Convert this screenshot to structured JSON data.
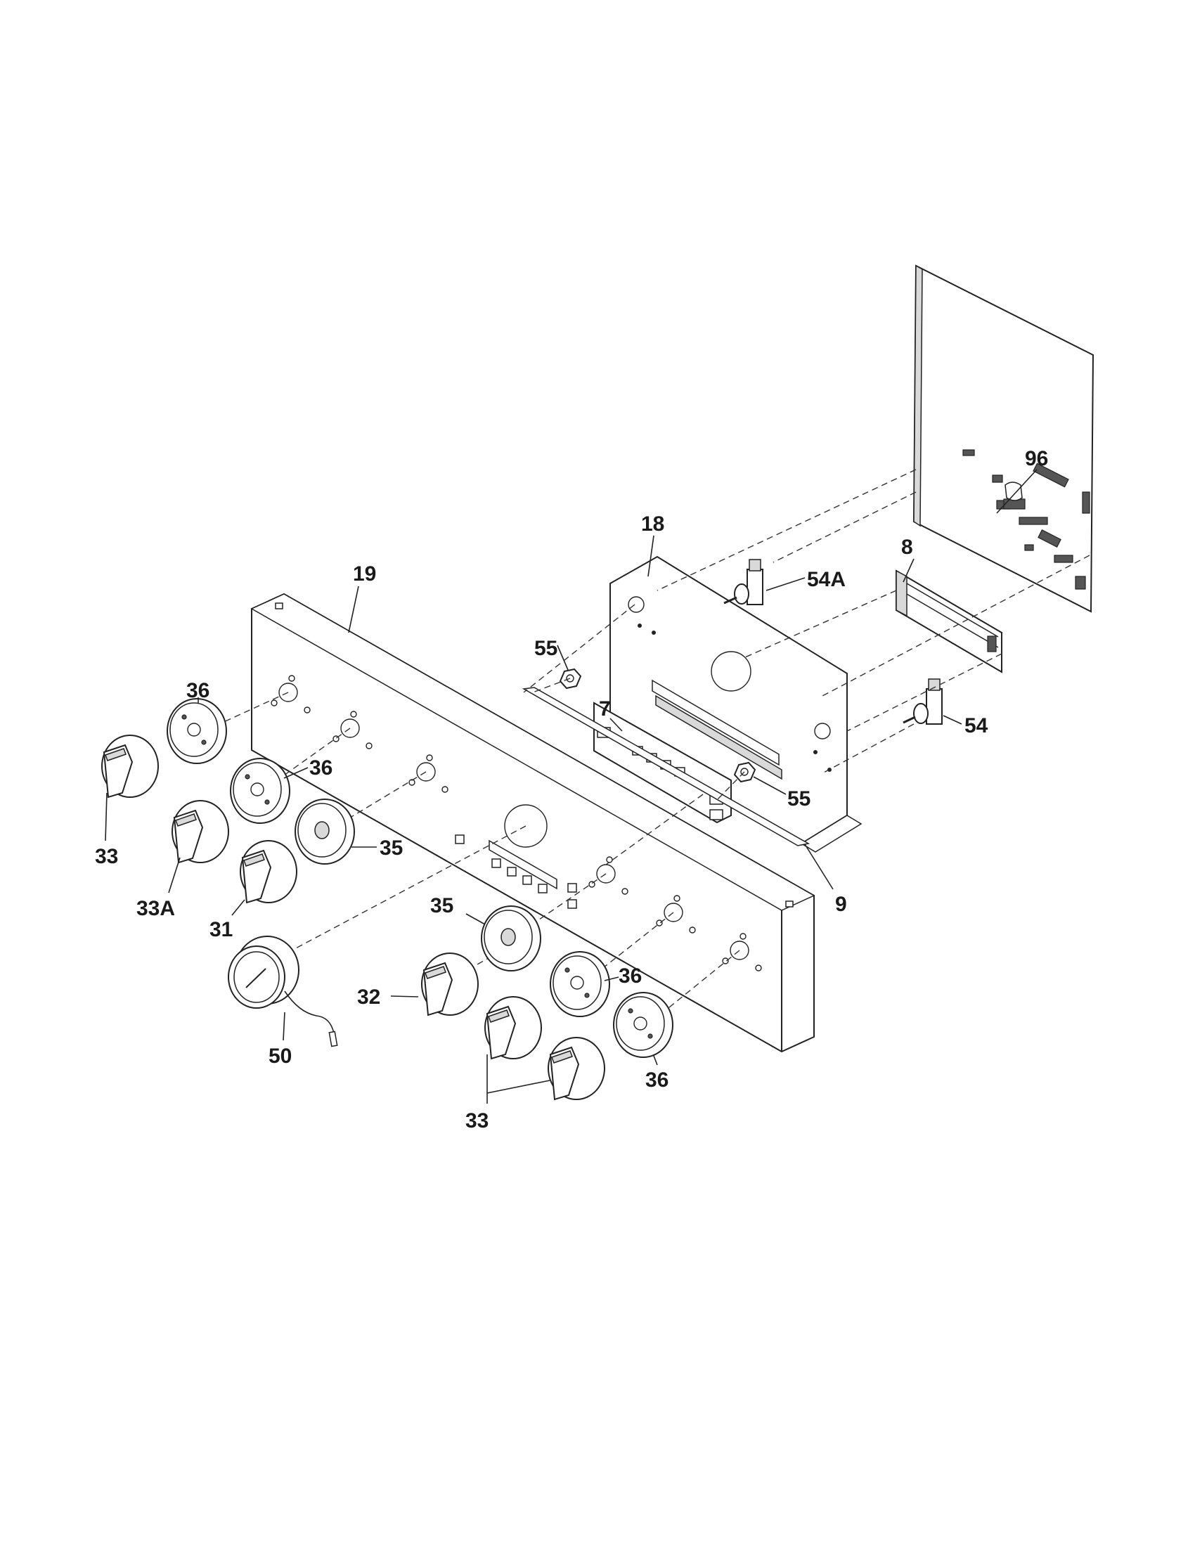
{
  "diagram": {
    "callouts": {
      "c96": "96",
      "c18": "18",
      "c8": "8",
      "c54A": "54A",
      "c19": "19",
      "c55a": "55",
      "c7": "7",
      "c54": "54",
      "c36a": "36",
      "c36b": "36",
      "c55b": "55",
      "c33a": "33",
      "c35a": "35",
      "c33A": "33A",
      "c31": "31",
      "c9": "9",
      "c35b": "35",
      "c36c": "36",
      "c32": "32",
      "c50": "50",
      "c36d": "36",
      "c33b": "33"
    }
  }
}
